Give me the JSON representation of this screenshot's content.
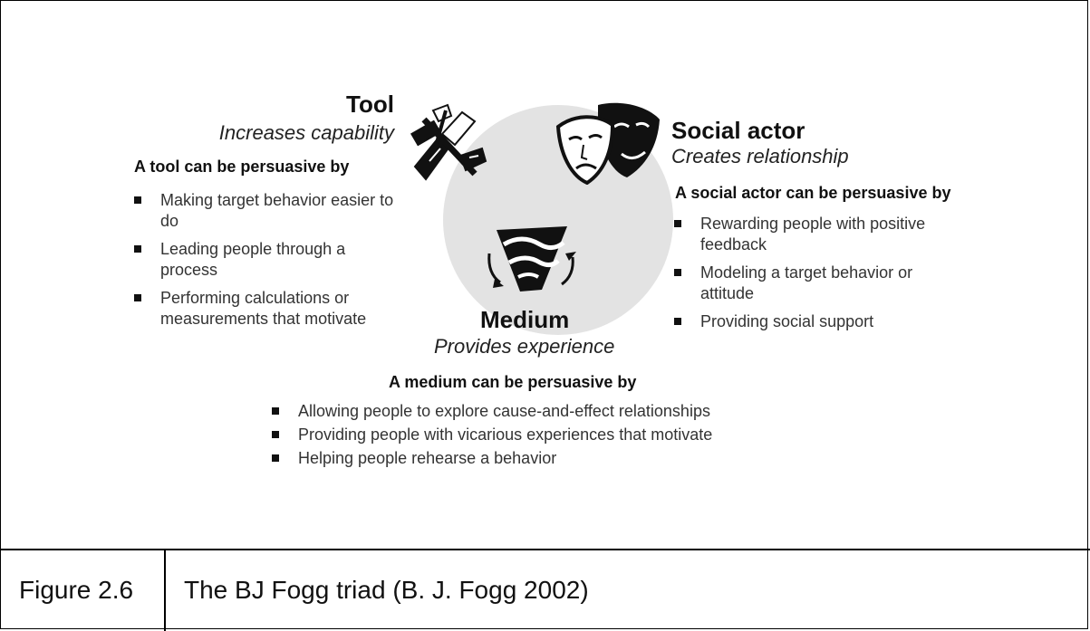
{
  "tool": {
    "title": "Tool",
    "subtitle": "Increases capability",
    "heading": "A tool can be persuasive by",
    "items": [
      "Making target behavior easier to do",
      "Leading people through a process",
      "Performing calculations or measurements that motivate"
    ]
  },
  "social_actor": {
    "title": "Social actor",
    "subtitle": "Creates relationship",
    "heading": "A social actor can be persuasive by",
    "items": [
      "Rewarding people with positive feedback",
      "Modeling a target behavior or attitude",
      "Providing social support"
    ]
  },
  "medium": {
    "title": "Medium",
    "subtitle": "Provides experience",
    "heading": "A medium can be persuasive by",
    "items": [
      "Allowing people to explore cause-and-effect relationships",
      "Providing people with vicarious experiences that motivate",
      "Helping people rehearse a behavior"
    ]
  },
  "caption": {
    "label": "Figure 2.6",
    "text": "The BJ Fogg triad (B. J. Fogg 2002)"
  },
  "icons": {
    "tool": "tools-icon",
    "social_actor": "theater-masks-icon",
    "medium": "medium-swirl-icon"
  }
}
